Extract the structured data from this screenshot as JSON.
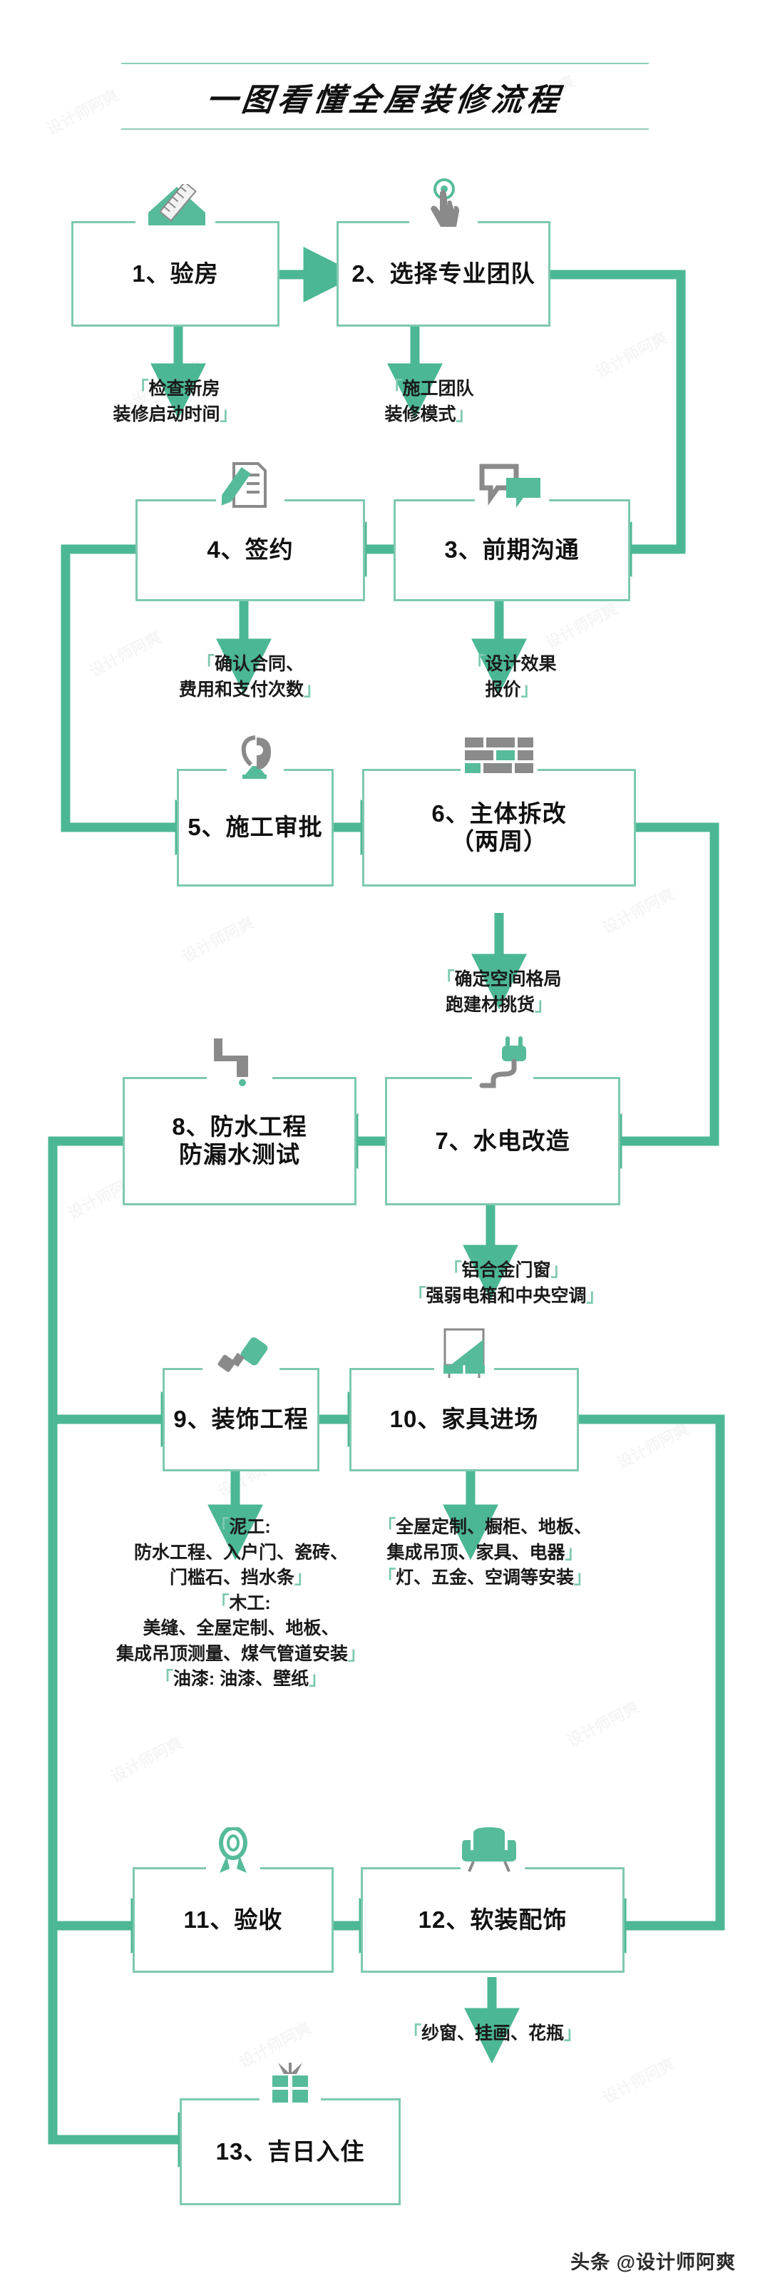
{
  "header": {
    "title": "一图看懂全屋装修流程"
  },
  "footer": {
    "credit": "头条 @设计师阿爽"
  },
  "theme": {
    "border_green": "#7ec9ae",
    "arrow_green": "#4cb795",
    "icon_green": "#56bb9b",
    "icon_grey": "#8a8a8a",
    "text_black": "#111111",
    "bracket_green": "#7ec9ae",
    "background": "#ffffff"
  },
  "steps": [
    {
      "id": 1,
      "label": "1、验房",
      "icon": "house-ruler-icon",
      "note": "「检查新房\n装修启动时间」"
    },
    {
      "id": 2,
      "label": "2、选择专业团队",
      "icon": "pointing-hand-tap-icon",
      "note": "「施工团队\n装修模式」"
    },
    {
      "id": 3,
      "label": "3、前期沟通",
      "icon": "chat-bubbles-icon",
      "note": "「设计效果\n报价」"
    },
    {
      "id": 4,
      "label": "4、签约",
      "icon": "document-pen-icon",
      "note": "「确认合同、\n费用和支付次数」"
    },
    {
      "id": 5,
      "label": "5、施工审批",
      "icon": "approval-stamp-icon",
      "note": ""
    },
    {
      "id": 6,
      "label": "6、主体拆改\n（两周）",
      "icon": "brick-wall-icon",
      "note": "「确定空间格局\n跑建材挑货」"
    },
    {
      "id": 7,
      "label": "7、水电改造",
      "icon": "power-plug-icon",
      "note": "「铝合金门窗」\n「强弱电箱和中央空调」"
    },
    {
      "id": 8,
      "label": "8、防水工程\n防漏水测试",
      "icon": "water-faucet-drip-icon",
      "note": ""
    },
    {
      "id": 9,
      "label": "9、装饰工程",
      "icon": "paint-roller-icon",
      "note": "「泥工:\n防水工程、入户门、瓷砖、\n门槛石、挡水条」\n「木工:\n美缝、全屋定制、地板、\n集成吊顶测量、煤气管道安装」\n「油漆: 油漆、壁纸」"
    },
    {
      "id": 10,
      "label": "10、家具进场",
      "icon": "wardrobe-cabinet-icon",
      "note": "「全屋定制、橱柜、地板、\n集成吊顶、家具、电器」\n「灯、五金、空调等安装」"
    },
    {
      "id": 11,
      "label": "11、验收",
      "icon": "award-ribbon-icon",
      "note": ""
    },
    {
      "id": 12,
      "label": "12、软装配饰",
      "icon": "armchair-sofa-icon",
      "note": "「纱窗、挂画、花瓶」"
    },
    {
      "id": 13,
      "label": "13、吉日入住",
      "icon": "gift-box-icon",
      "note": ""
    }
  ],
  "flow": {
    "order": [
      1,
      2,
      3,
      4,
      5,
      6,
      7,
      8,
      9,
      10,
      11,
      12,
      13
    ],
    "direction_by_row": [
      "left-to-right",
      "right-to-left",
      "left-to-right",
      "right-to-left",
      "left-to-right",
      "left-to-right",
      "left-to-right"
    ]
  },
  "watermarks": [
    "设计师阿爽",
    "设计师阿爽",
    "设计师阿爽",
    "设计师阿爽",
    "设计师阿爽",
    "设计师阿爽",
    "设计师阿爽",
    "设计师阿爽",
    "设计师阿爽",
    "设计师阿爽",
    "设计师阿爽",
    "设计师阿爽",
    "设计师阿爽",
    "设计师阿爽",
    "设计师阿爽",
    "设计师阿爽"
  ]
}
